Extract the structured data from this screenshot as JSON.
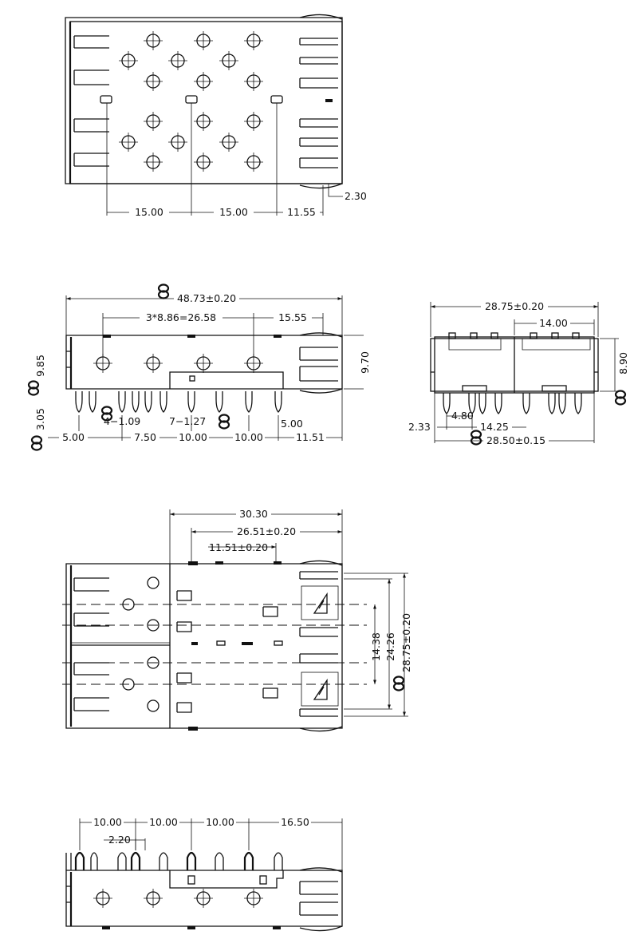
{
  "title": "",
  "views": {
    "top_view": {
      "dims": {
        "pitch_a": "15.00",
        "pitch_b": "15.00",
        "offset": "11.55",
        "latch": "2.30"
      }
    },
    "front_view": {
      "dims": {
        "length": "48.73±0.20",
        "hole_span": "3*8.86=26.58",
        "rear_offset": "15.55",
        "height_left": "9.85",
        "height_right": "9.70",
        "pin_depth": "3.05",
        "pitch_4": "4−1.09",
        "pitch_7": "7−1.27",
        "pin_5a": "5.00",
        "pin_5b": "5.00",
        "pin_750": "7.50",
        "pin_10a": "10.00",
        "pin_10b": "10.00",
        "pin_1151": "11.51"
      }
    },
    "side_view": {
      "dims": {
        "width": "28.75±0.20",
        "port_width": "14.00",
        "height": "8.90",
        "pin_233": "2.33",
        "pin_480": "4.80",
        "pin_1425": "14.25",
        "base": "28.50±0.15"
      }
    },
    "plan_view": {
      "dims": {
        "depth": "30.30",
        "d1": "26.51±0.20",
        "d2": "11.51±0.20",
        "v1": "14.38",
        "v2": "24.26",
        "v3": "28.75±0.20"
      }
    },
    "bottom_view": {
      "dims": {
        "p1": "10.00",
        "p2": "10.00",
        "p3": "10.00",
        "p4": "16.50",
        "p5": "2.20"
      }
    }
  }
}
